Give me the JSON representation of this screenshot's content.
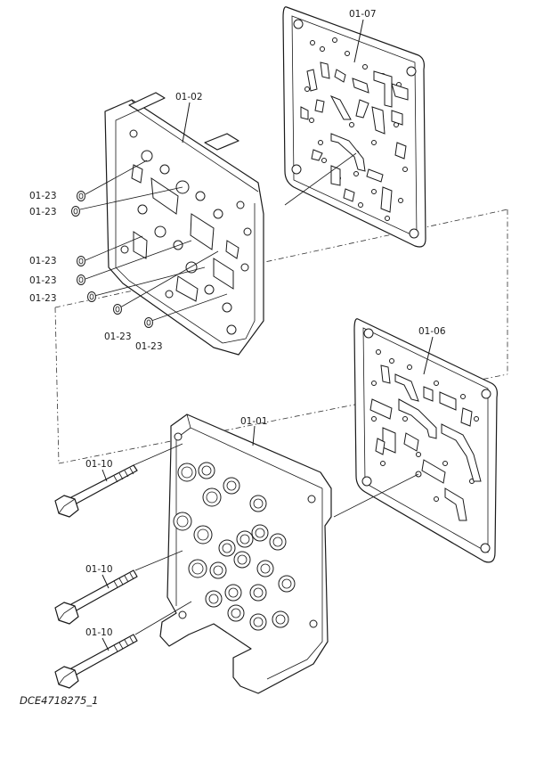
{
  "labels": {
    "plate_0107": "01-07",
    "body_0102": "01-02",
    "plate_0106": "01-06",
    "body_0101": "01-01",
    "plug_a": "01-23",
    "plug_b": "01-23",
    "plug_c": "01-23",
    "plug_d": "01-23",
    "plug_e": "01-23",
    "plug_f": "01-23",
    "plug_g": "01-23",
    "bolt_a": "01-10",
    "bolt_b": "01-10",
    "bolt_c": "01-10"
  },
  "drawing_code": "DCE4718275_1"
}
